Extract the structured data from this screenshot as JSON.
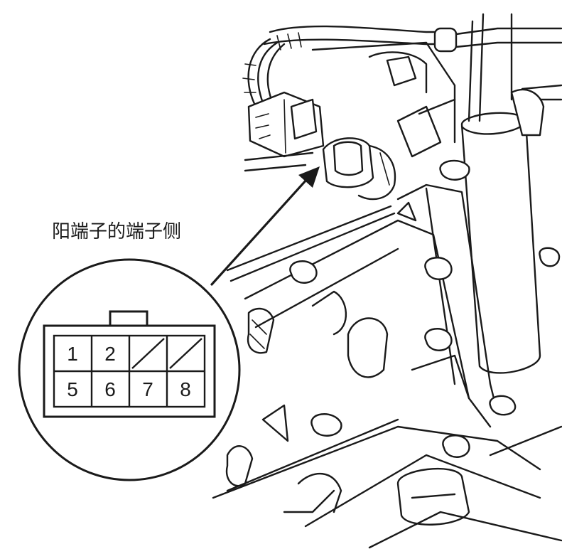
{
  "callout_label": "阳端子的端子侧",
  "connector": {
    "pins_row1": [
      "1",
      "2",
      "",
      ""
    ],
    "pins_row2": [
      "5",
      "6",
      "7",
      "8"
    ],
    "unused_cells_row1": [
      2,
      3
    ]
  },
  "icons": {
    "arrow": "leader-arrow",
    "engine": "engine-harness-illustration"
  }
}
